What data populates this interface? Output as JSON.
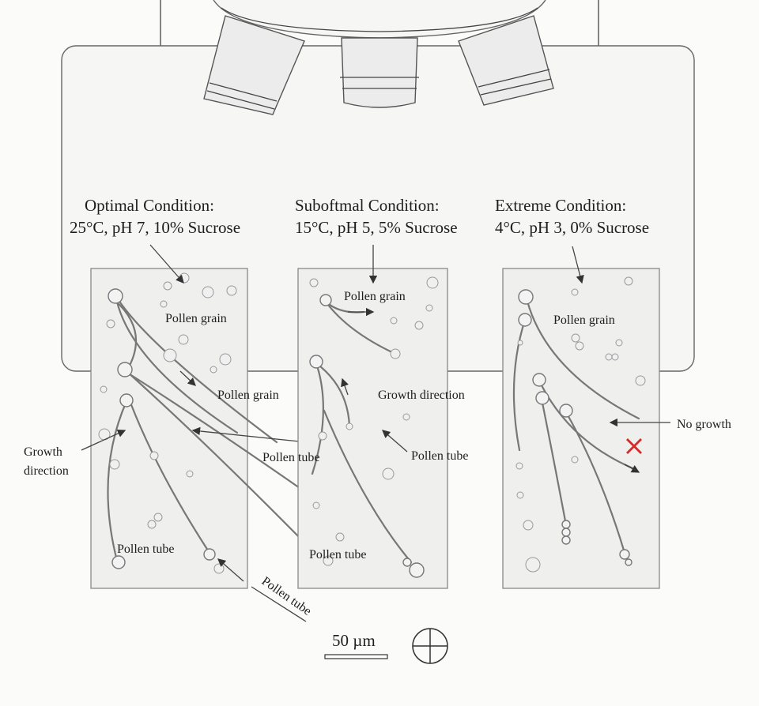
{
  "conditions": [
    {
      "title": "Optimal Condition:",
      "params": "25°C, pH 7, 10% Sucrose"
    },
    {
      "title": "Suboftmal Condition:",
      "params": "15°C, pH 5, 5% Sucrose"
    },
    {
      "title": "Extreme Condition:",
      "params": "4°C, pH 3, 0% Sucrose"
    }
  ],
  "labels": {
    "p1_grain_a": "Pollen grain",
    "p1_grain_b": "Pollen grain",
    "p1_tube_a": "Pollen tube",
    "p1_tube_b": "Pollen tube",
    "p1_tube_c": "Pollen tube",
    "p1_growth_1": "Growth",
    "p1_growth_2": "direction",
    "p2_grain": "Pollen grain",
    "p2_growth": "Growth direction",
    "p2_tube_a": "Pollen tube",
    "p2_tube_b": "Pollen tube",
    "p3_grain": "Pollen grain",
    "p3_no_growth": "No growth"
  },
  "scale_bar": "50 µm",
  "colors": {
    "no_growth_mark": "#d42a2a"
  }
}
